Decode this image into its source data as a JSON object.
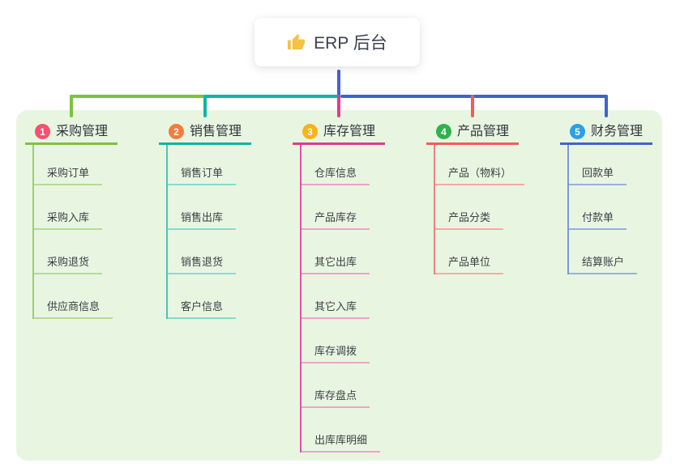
{
  "root": {
    "title": "ERP 后台",
    "icon": "thumbs-up-icon",
    "icon_color": "#f5c242",
    "box_color": "#ffffff",
    "stem_color": "#4661d0"
  },
  "panel": {
    "bg_color": "#e8f6e1"
  },
  "branches": [
    {
      "num": "1",
      "label": "采购管理",
      "badge_color": "#f4506f",
      "line_color": "#7fc142",
      "spine_color": "#9ccf72",
      "child_line_color": "#b6db92",
      "children": [
        "采购订单",
        "采购入库",
        "采购退货",
        "供应商信息"
      ]
    },
    {
      "num": "2",
      "label": "销售管理",
      "badge_color": "#f37b3e",
      "line_color": "#10b4a6",
      "spine_color": "#4cc5b5",
      "child_line_color": "#87dccd",
      "children": [
        "销售订单",
        "销售出库",
        "销售退货",
        "客户信息"
      ]
    },
    {
      "num": "3",
      "label": "库存管理",
      "badge_color": "#f8b31a",
      "line_color": "#de3c92",
      "spine_color": "#e3529f",
      "child_line_color": "#f3a0ca",
      "children": [
        "仓库信息",
        "产品库存",
        "其它出库",
        "其它入库",
        "库存调拨",
        "库存盘点",
        "出库库明细"
      ]
    },
    {
      "num": "4",
      "label": "产品管理",
      "badge_color": "#2db24e",
      "line_color": "#f45b5b",
      "spine_color": "#f5807f",
      "child_line_color": "#f9a9a9",
      "children": [
        "产品（物料）",
        "产品分类",
        "产品单位"
      ]
    },
    {
      "num": "5",
      "label": "财务管理",
      "badge_color": "#2aa0e6",
      "line_color": "#3f62d2",
      "spine_color": "#7d97db",
      "child_line_color": "#9aaee3",
      "children": [
        "回款单",
        "付款单",
        "结算账户"
      ]
    }
  ]
}
